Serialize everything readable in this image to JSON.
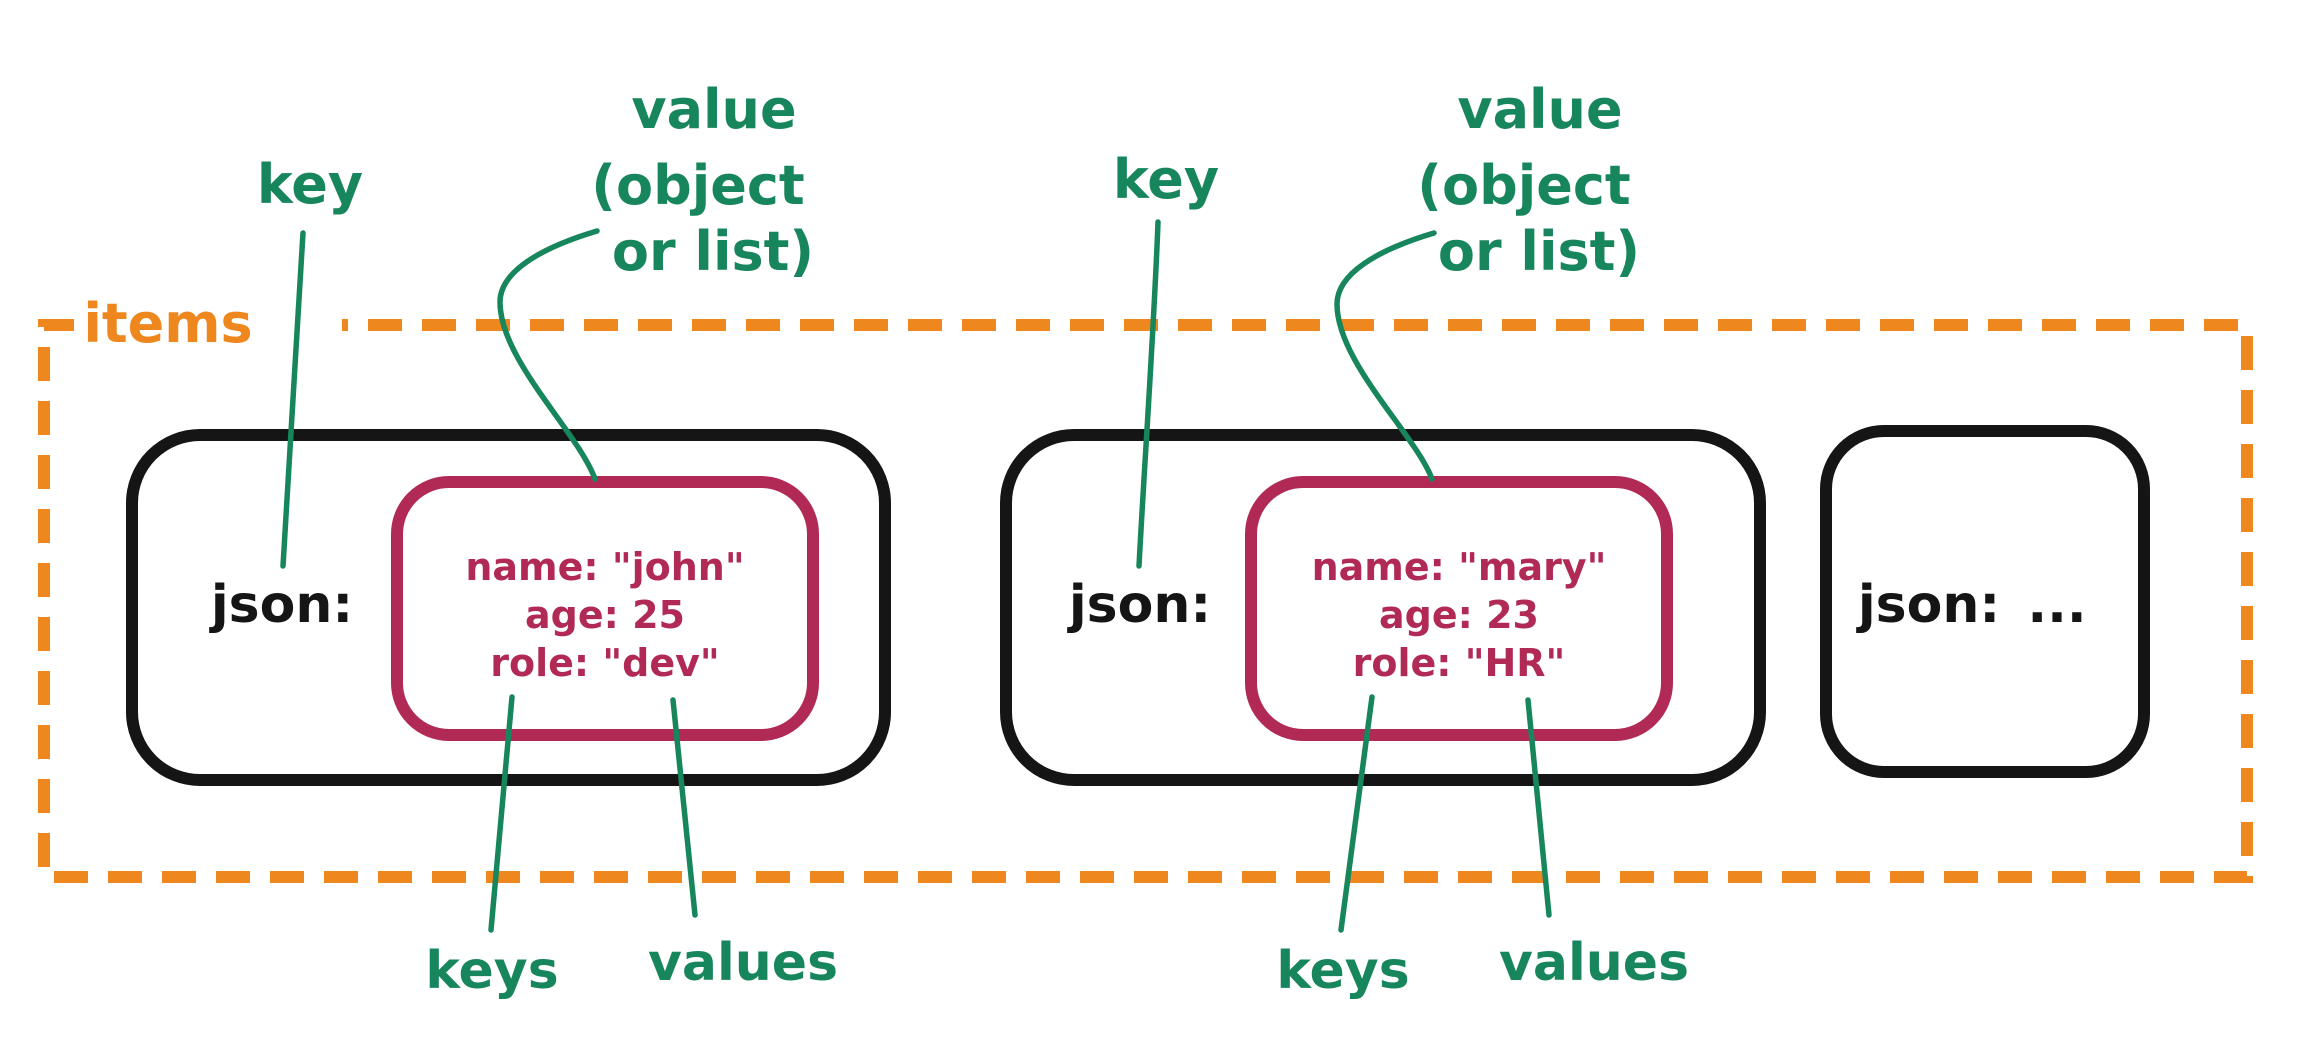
{
  "colors": {
    "orange": "#ED871E",
    "green": "#18865C",
    "crimson": "#B12A56",
    "ink": "#151515"
  },
  "collection": {
    "label": "items"
  },
  "annotations": {
    "key_left": "key",
    "key_right": "key",
    "value_left": {
      "l1": "value",
      "l2": "(object",
      "l3": "or list)"
    },
    "value_right": {
      "l1": "value",
      "l2": "(object",
      "l3": "or list)"
    },
    "keys_left": "keys",
    "values_left": "values",
    "keys_right": "keys",
    "values_right": "values"
  },
  "records": [
    {
      "key": "json:",
      "object": {
        "name_line": "name: \"john\"",
        "age_line": "age: 25",
        "role_line": "role: \"dev\""
      }
    },
    {
      "key": "json:",
      "object": {
        "name_line": "name: \"mary\"",
        "age_line": "age: 23",
        "role_line": "role: \"HR\""
      }
    },
    {
      "key": "json:",
      "ellipsis": "..."
    }
  ]
}
